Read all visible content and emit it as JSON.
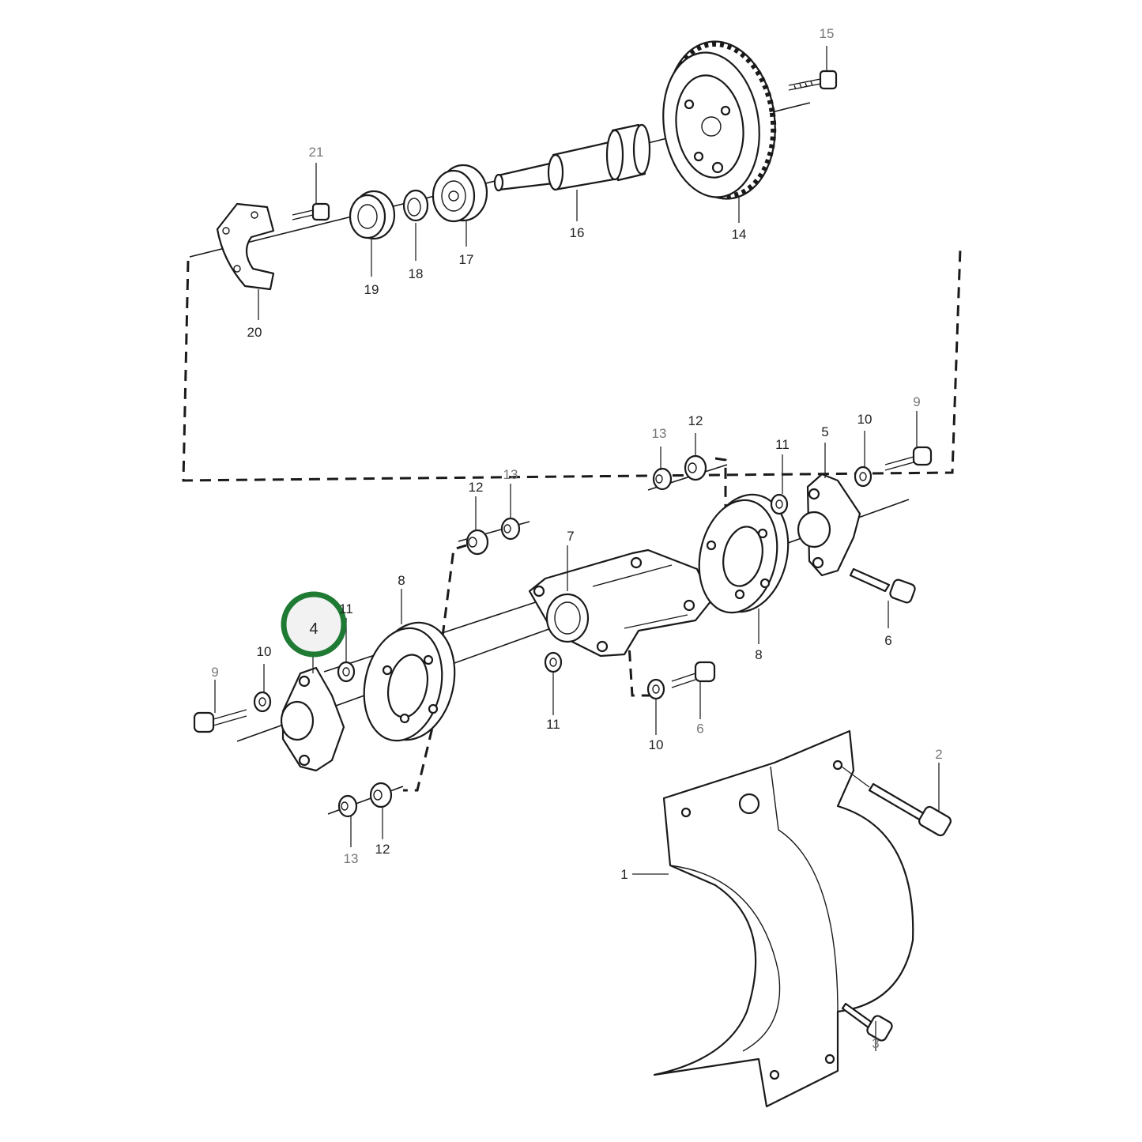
{
  "callouts": [
    {
      "id": "c15",
      "label": "15"
    },
    {
      "id": "c21",
      "label": "21"
    },
    {
      "id": "c16",
      "label": "16"
    },
    {
      "id": "c14",
      "label": "14"
    },
    {
      "id": "c17",
      "label": "17"
    },
    {
      "id": "c18",
      "label": "18"
    },
    {
      "id": "c19",
      "label": "19"
    },
    {
      "id": "c20",
      "label": "20"
    },
    {
      "id": "c13a",
      "label": "13"
    },
    {
      "id": "c12a",
      "label": "12"
    },
    {
      "id": "c11a",
      "label": "11"
    },
    {
      "id": "c5",
      "label": "5"
    },
    {
      "id": "c10a",
      "label": "10"
    },
    {
      "id": "c9a",
      "label": "9"
    },
    {
      "id": "c12b",
      "label": "12"
    },
    {
      "id": "c13b",
      "label": "13"
    },
    {
      "id": "c7",
      "label": "7"
    },
    {
      "id": "c8a",
      "label": "8"
    },
    {
      "id": "c8b",
      "label": "8"
    },
    {
      "id": "c6",
      "label": "6"
    },
    {
      "id": "c11b",
      "label": "11"
    },
    {
      "id": "c10b",
      "label": "10"
    },
    {
      "id": "c9b",
      "label": "9"
    },
    {
      "id": "c11c",
      "label": "11"
    },
    {
      "id": "c10c",
      "label": "10"
    },
    {
      "id": "c9c",
      "label": "9"
    },
    {
      "id": "c2",
      "label": "2"
    },
    {
      "id": "c1",
      "label": "1"
    },
    {
      "id": "c3",
      "label": "3"
    },
    {
      "id": "c13c",
      "label": "13"
    },
    {
      "id": "c12c",
      "label": "12"
    }
  ],
  "highlight": {
    "label": "4",
    "color": "#1f7a34"
  }
}
